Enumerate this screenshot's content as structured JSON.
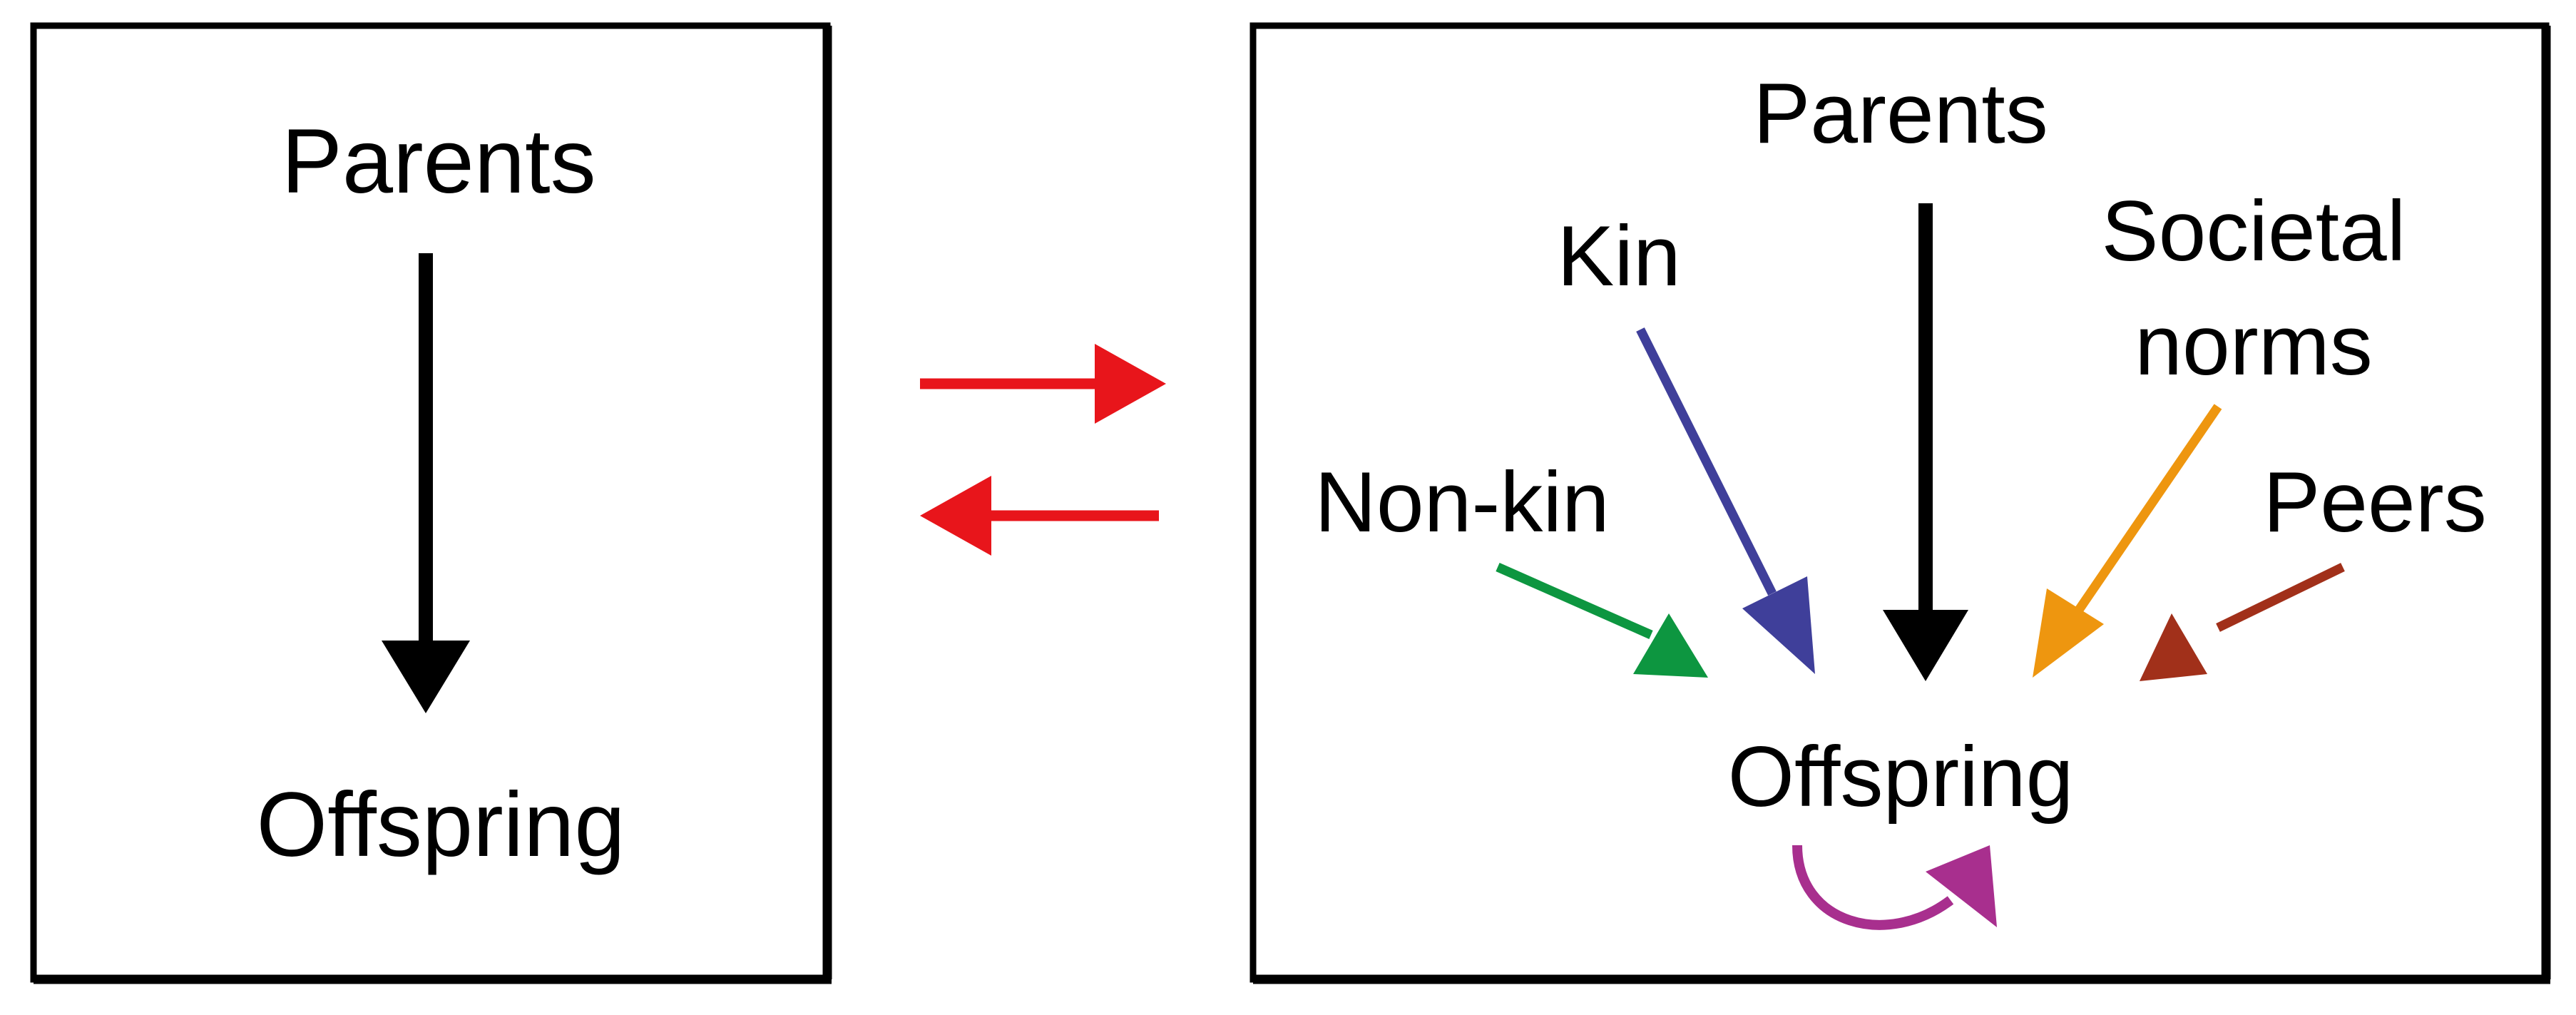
{
  "left_panel": {
    "source": "Parents",
    "target": "Offspring"
  },
  "right_panel": {
    "parents": "Parents",
    "kin": "Kin",
    "societal_norms_line1": "Societal",
    "societal_norms_line2": "norms",
    "non_kin": "Non-kin",
    "peers": "Peers",
    "offspring": "Offspring"
  },
  "colors": {
    "frame": "#000000",
    "parents_arrow": "#000000",
    "exchange_arrows": "#e8151b",
    "kin_arrow": "#3f3f9a",
    "non_kin_arrow": "#0d9640",
    "societal_norms_arrow": "#ee960f",
    "peers_arrow": "#a1301a",
    "self_arrow": "#a82f8e"
  }
}
